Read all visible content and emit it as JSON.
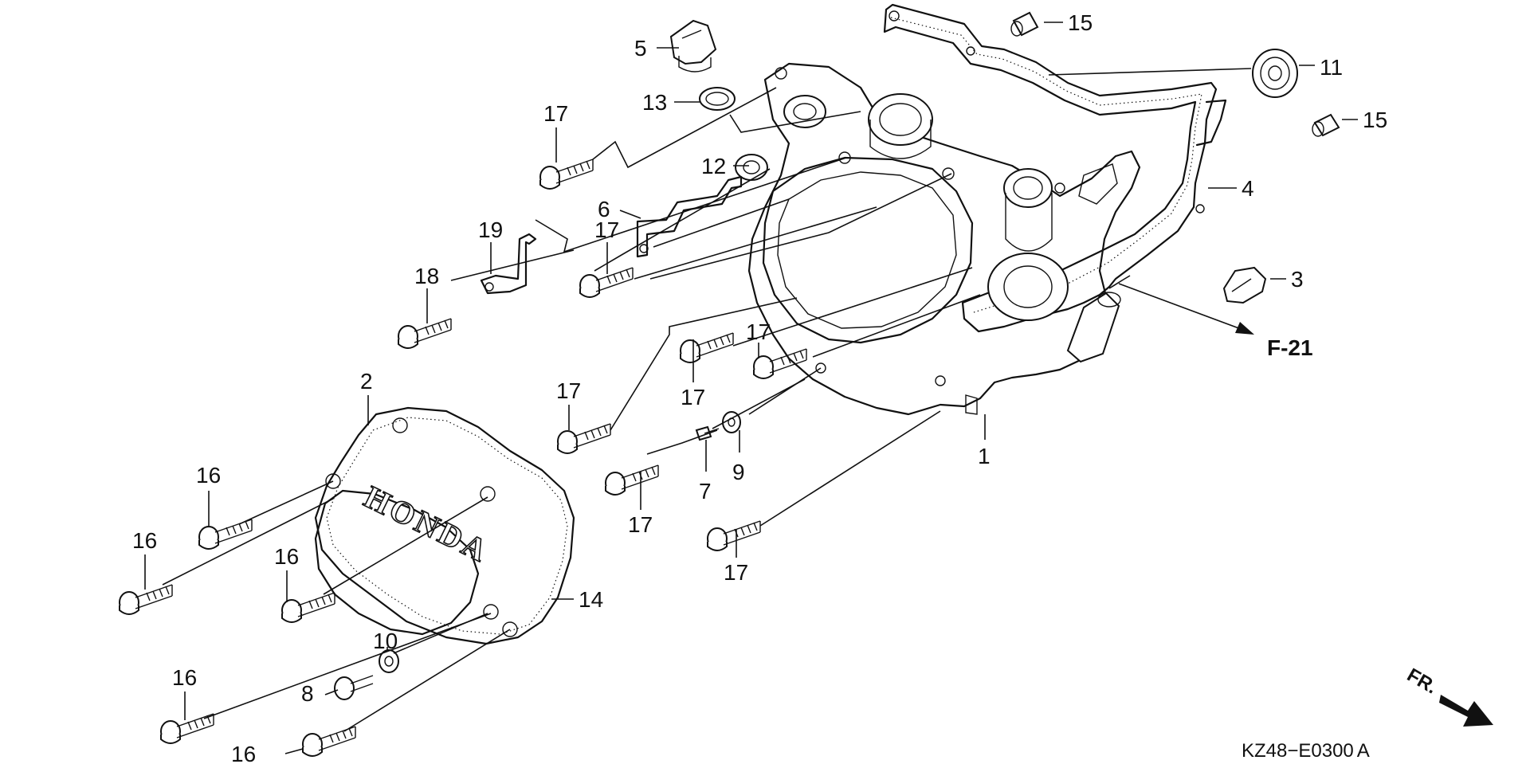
{
  "callouts": [
    "1",
    "2",
    "3",
    "4",
    "5",
    "6",
    "7",
    "8",
    "9",
    "10",
    "11",
    "12",
    "13",
    "14",
    "15",
    "16",
    "17",
    "18",
    "19"
  ],
  "parts": {
    "p1": "1",
    "p2": "2",
    "p3": "3",
    "p4": "4",
    "p5": "5",
    "p6": "6",
    "p7": "7",
    "p8": "8",
    "p9": "9",
    "p10": "10",
    "p11": "11",
    "p12": "12",
    "p13": "13",
    "p14": "14",
    "p15": "15",
    "p16": "16",
    "p17": "17",
    "p18": "18",
    "p19": "19"
  },
  "reference": "F-21",
  "cover_emboss": "HONDA",
  "direction": "FR.",
  "drawing_code": "KZ48−E0300",
  "drawing_suffix": "A"
}
